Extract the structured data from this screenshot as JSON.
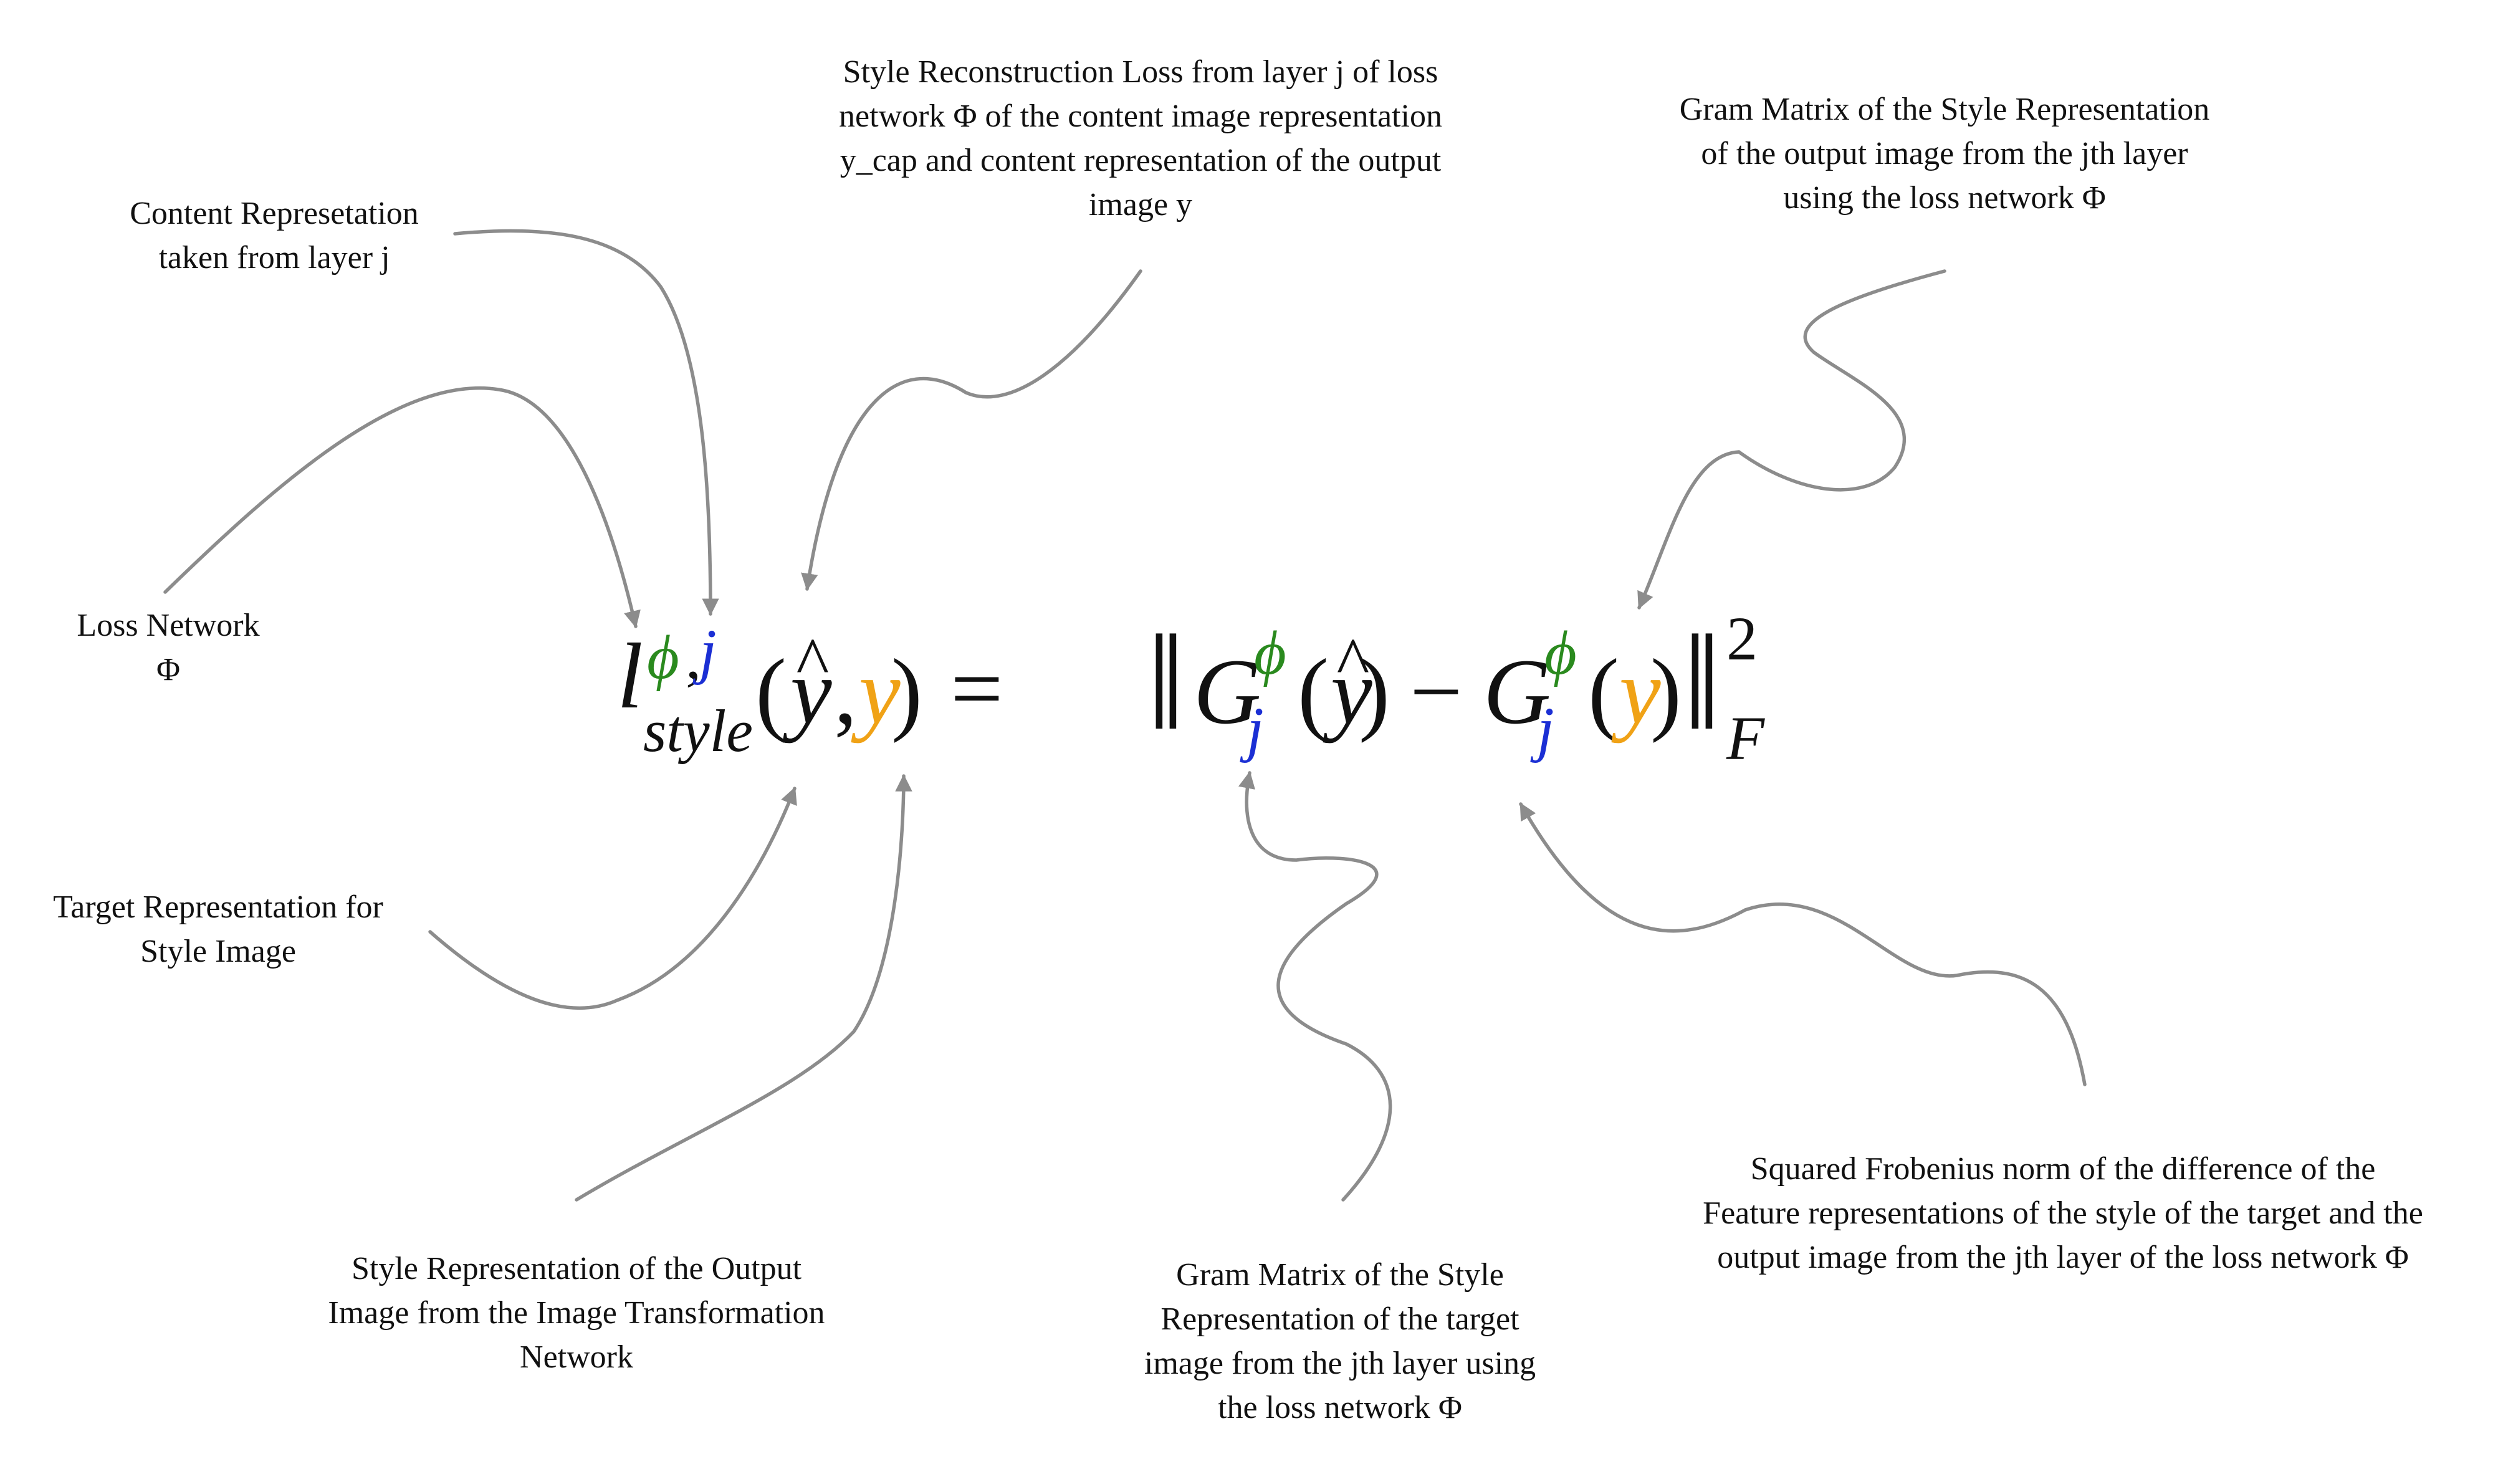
{
  "colors": {
    "arrow": "#8c8c8c",
    "text": "#111111",
    "green": "#2a8a1e",
    "blue": "#1b2fd4",
    "orange": "#f0a216"
  },
  "annotations": {
    "content_rep": [
      "Content Represetation",
      "taken from layer j"
    ],
    "style_loss": [
      "Style Reconstruction Loss from layer j of loss",
      "network Φ of the content image representation",
      "y_cap and content representation of the output",
      "image y"
    ],
    "gram_output": [
      "Gram Matrix of the Style Representation",
      "of the output image from the jth layer",
      "using the loss network Φ"
    ],
    "loss_network": [
      "Loss Network",
      "Φ"
    ],
    "target_rep": [
      "Target Representation for",
      "Style Image"
    ],
    "style_rep_output": [
      "Style Representation of the Output",
      "Image from the Image Transformation",
      "Network"
    ],
    "gram_target": [
      "Gram Matrix of the Style",
      "Representation of the target",
      "image from the jth layer using",
      "the loss network Φ"
    ],
    "frobenius": [
      "Squared Frobenius norm of the difference of the",
      "Feature representations of the style of the target and the",
      "output image from the jth layer of the loss network Φ"
    ]
  },
  "equation": {
    "l": "l",
    "phi": "ϕ",
    "comma": ",",
    "j": "j",
    "style": "style",
    "open_paren": "(",
    "y": "y",
    "sep": ", ",
    "close_paren": ")",
    "equals": "=",
    "norm_open": "‖",
    "G": "G",
    "minus": "−",
    "norm_close": "‖",
    "power": "2",
    "F": "F"
  }
}
